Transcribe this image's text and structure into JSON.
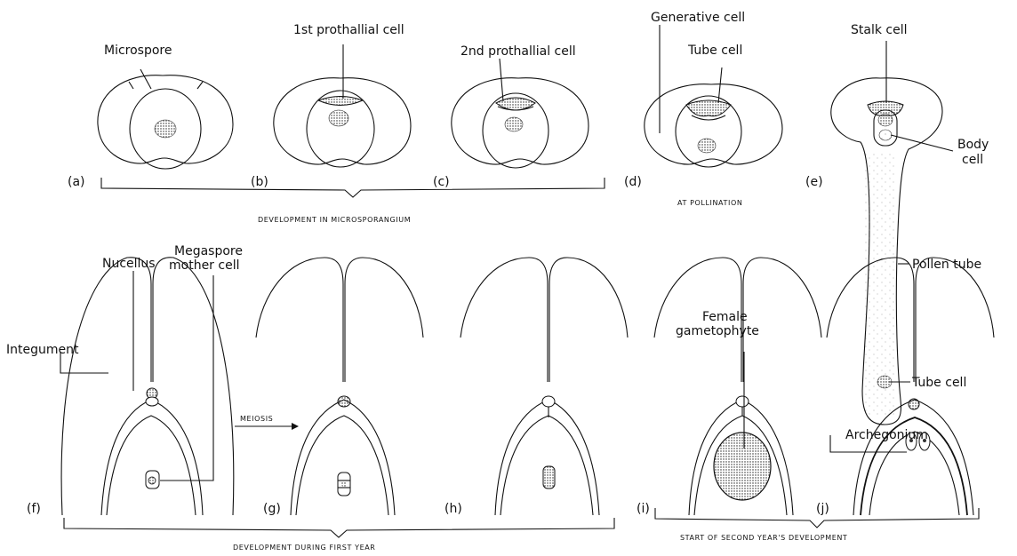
{
  "labels": {
    "microspore": "Microspore",
    "first_prothallial_cell": "1st prothallial cell",
    "second_prothallial_cell": "2nd prothallial cell",
    "generative_cell": "Generative cell",
    "tube_cell_d": "Tube cell",
    "stalk_cell": "Stalk cell",
    "body_cell": "Body cell",
    "pollen_tube": "Pollen tube",
    "tube_cell_e": "Tube cell",
    "nucellus": "Nucellus",
    "megaspore_mother_cell": "Megaspore mother cell",
    "integument": "Integument",
    "meiosis": "MEIOSIS",
    "female_gametophyte": "Female gametophyte",
    "archegonium": "Archegonium"
  },
  "panels": {
    "a": "(a)",
    "b": "(b)",
    "c": "(c)",
    "d": "(d)",
    "e": "(e)",
    "f": "(f)",
    "g": "(g)",
    "h": "(h)",
    "i": "(i)",
    "j": "(j)"
  },
  "captions": {
    "microsporangium": "DEVELOPMENT IN MICROSPORANGIUM",
    "pollination": "AT POLLINATION",
    "first_year": "DEVELOPMENT DURING FIRST YEAR",
    "second_year": "START OF SECOND YEAR'S DEVELOPMENT"
  }
}
